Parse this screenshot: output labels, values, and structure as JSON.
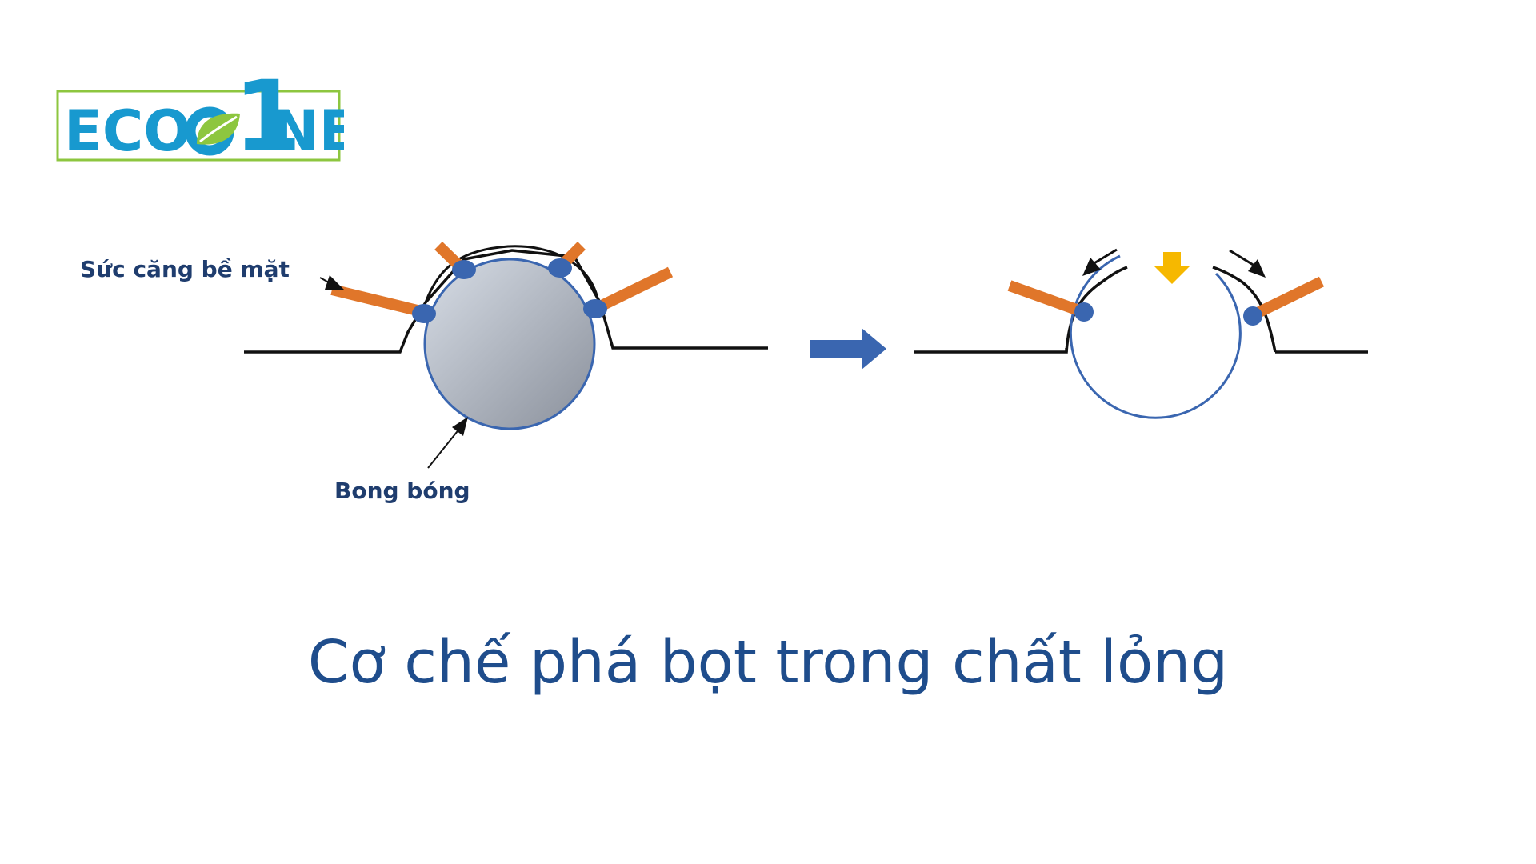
{
  "logo": {
    "text_left": "ECO",
    "text_right": "NE",
    "numeral": "1",
    "frame_color": "#8dc63f",
    "text_color": "#1899cf",
    "leaf_color": "#8dc63f"
  },
  "diagram": {
    "label_surface_tension": "Sức căng bề mặt",
    "label_bubble": "Bong bóng",
    "colors": {
      "surface_line": "#111111",
      "bubble_outline": "#3a66b0",
      "bubble_fill_light": "#d7dde6",
      "bubble_fill_dark": "#8a909b",
      "surfactant_tail": "#e0762a",
      "surfactant_head": "#3a66b0",
      "transition_arrow": "#3a66b0",
      "burst_arrow": "#f6b800"
    }
  },
  "caption": "Cơ chế phá bọt trong chất lỏng"
}
